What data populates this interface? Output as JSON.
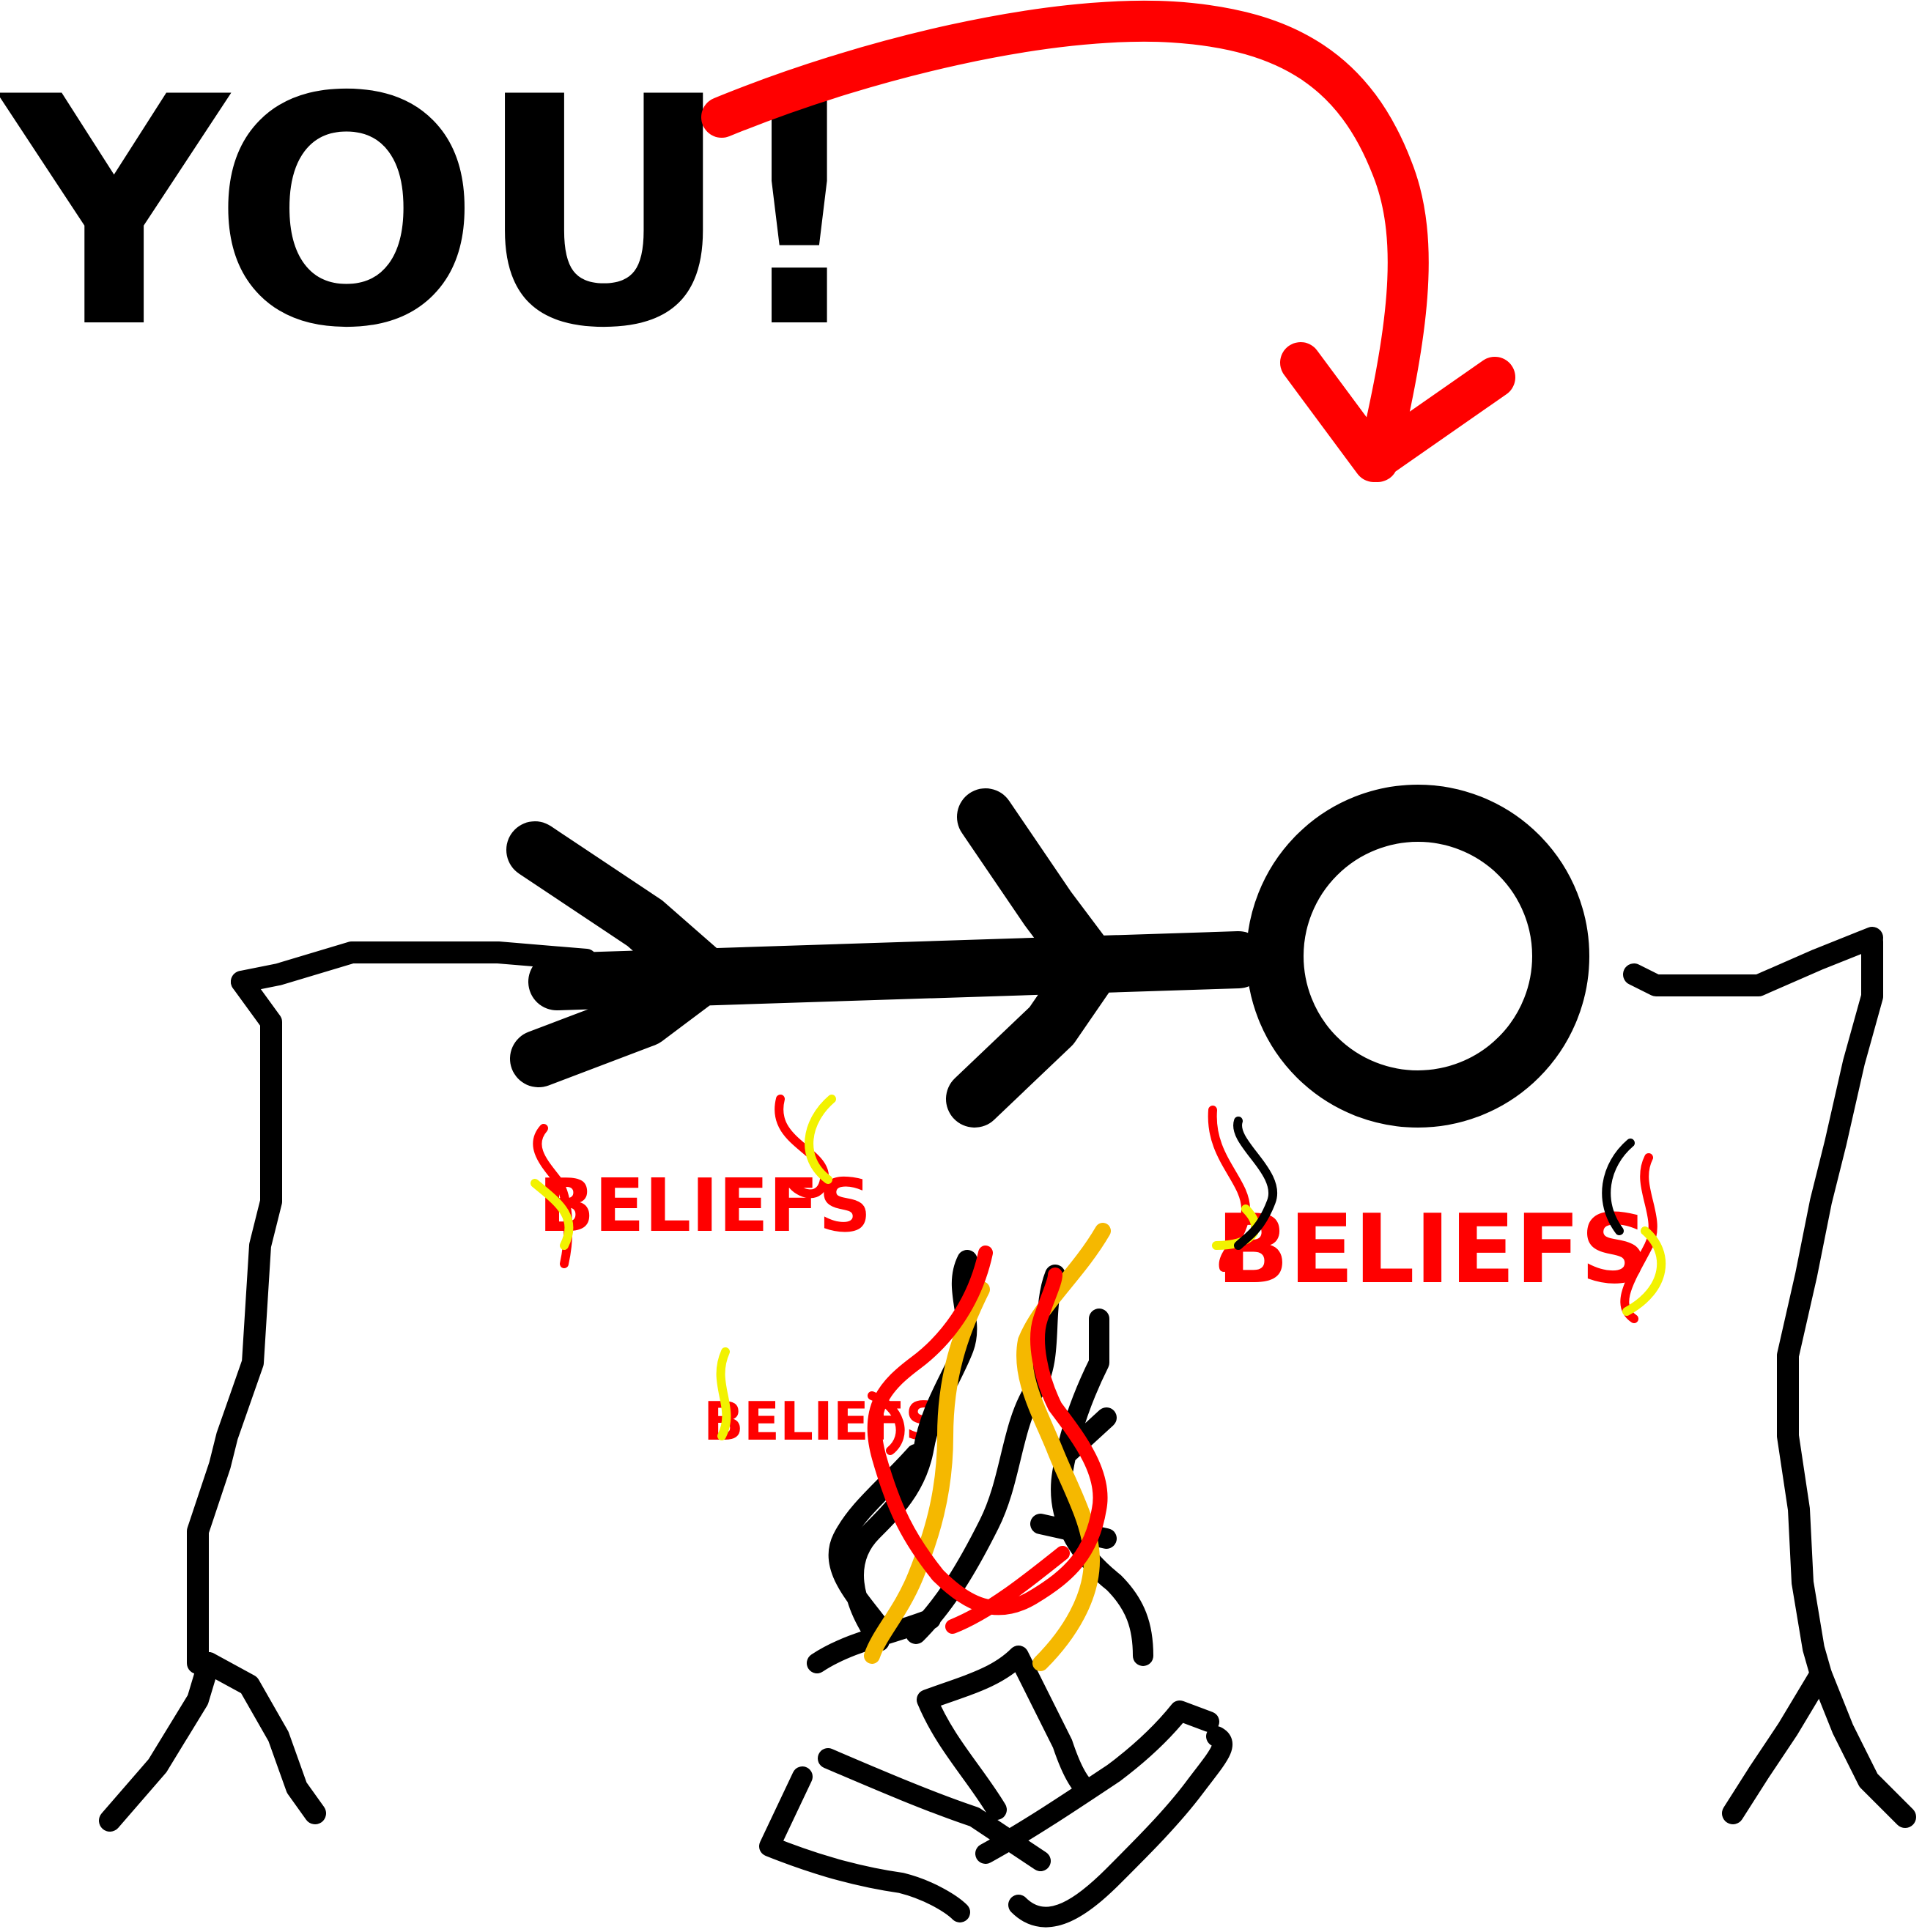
{
  "headline": "YOU!",
  "belief_labels": [
    "BELIEFS",
    "BELIEFS",
    "BELIEFS"
  ],
  "colors": {
    "ink": "#000000",
    "arrow": "#ff0000",
    "flame_red": "#ff0000",
    "flame_orange": "#f5b800",
    "flame_yellow": "#f2f200",
    "background": "#ffffff"
  },
  "icons": {
    "pointer": "curved-arrow-icon",
    "figure": "stick-figure-icon",
    "spit": "roasting-spit-icon",
    "fire": "campfire-icon"
  }
}
